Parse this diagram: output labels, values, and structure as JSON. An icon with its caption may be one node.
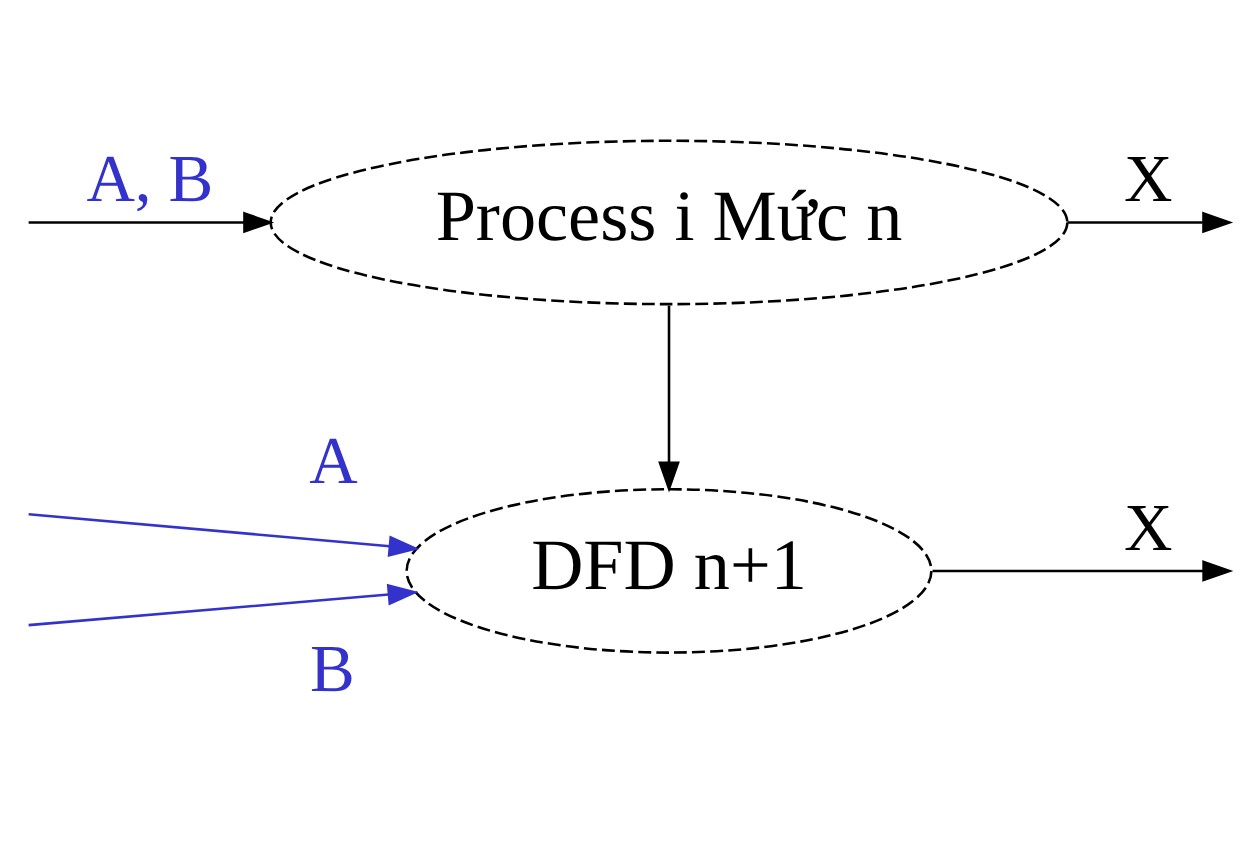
{
  "diagram": {
    "nodes": [
      {
        "text": [
          "Process i Mức n"
        ]
      },
      {
        "text": [
          "DFD n+1"
        ]
      }
    ],
    "edges": [
      {
        "from": null,
        "to": 0,
        "arrow": "to",
        "label": "A, B"
      },
      {
        "from": 0,
        "to": null,
        "arrow": "to",
        "label": "X"
      },
      {
        "from": 0,
        "to": 1,
        "arrow": "to"
      },
      {
        "from": null,
        "to": 1,
        "arrow": "to",
        "label": "A",
        "color": "#3333cc"
      },
      {
        "from": null,
        "to": 1,
        "arrow": "to",
        "label": "B",
        "color": "#3333cc"
      },
      {
        "from": 1,
        "to": null,
        "arrow": "to",
        "label": "X"
      }
    ]
  }
}
